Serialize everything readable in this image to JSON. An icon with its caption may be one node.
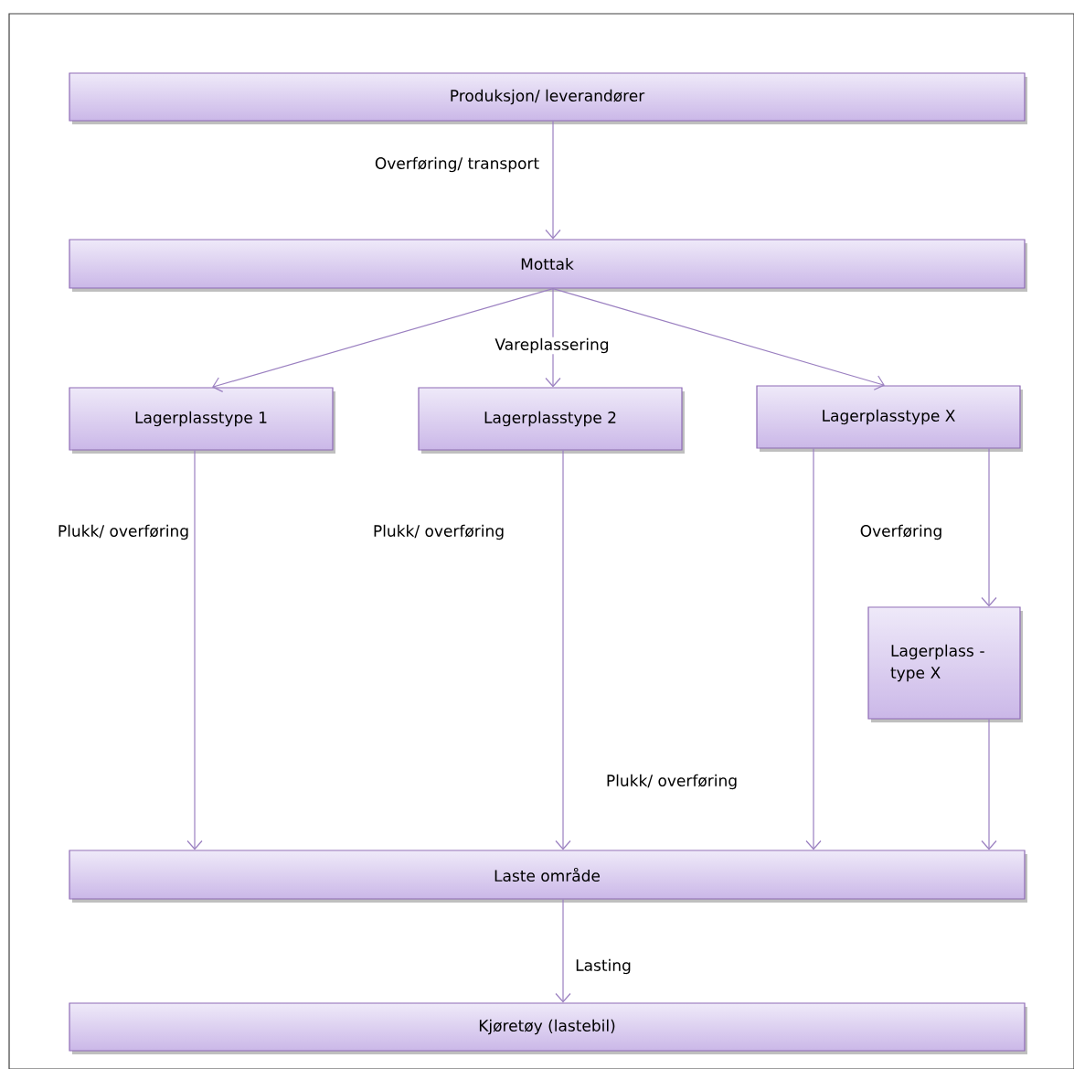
{
  "diagram": {
    "nodes": [
      {
        "text": [
          "Produksjon/ leverandører"
        ]
      },
      {
        "text": [
          "Mottak"
        ]
      },
      {
        "text": [
          "Lagerplasstype 1"
        ]
      },
      {
        "text": [
          "Lagerplasstype 2"
        ]
      },
      {
        "text": [
          "Lagerplasstype X"
        ]
      },
      {
        "text": [
          "Lagerplass - type X"
        ]
      },
      {
        "text": [
          "Laste område"
        ]
      },
      {
        "text": [
          "Kjøretøy (lastebil)"
        ]
      }
    ],
    "edges": [
      {
        "from": 0,
        "to": 1,
        "arrow": "to",
        "label": "Overføring/ transport"
      },
      {
        "from": 1,
        "to": 2,
        "arrow": "to"
      },
      {
        "from": 1,
        "to": 3,
        "arrow": "to",
        "label": "Vareplassering"
      },
      {
        "from": 1,
        "to": 4,
        "arrow": "to"
      },
      {
        "from": 2,
        "to": 6,
        "arrow": "to",
        "label": "Plukk/ overføring"
      },
      {
        "from": 3,
        "to": 6,
        "arrow": "to",
        "label": "Plukk/ overføring"
      },
      {
        "from": 4,
        "to": 6,
        "arrow": "to",
        "label": "Plukk/ overføring"
      },
      {
        "from": 4,
        "to": 5,
        "arrow": "to",
        "label": "Overføring"
      },
      {
        "from": 5,
        "to": 6,
        "arrow": "to"
      },
      {
        "from": 6,
        "to": 7,
        "arrow": "to",
        "label": "Lasting"
      }
    ]
  }
}
